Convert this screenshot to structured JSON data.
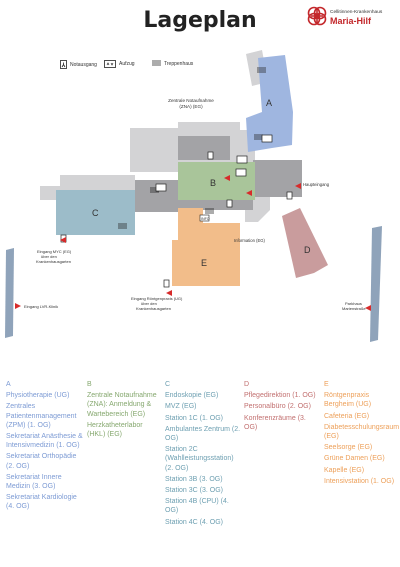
{
  "title": "Lageplan",
  "logo": {
    "line1": "Cellitinnen-Krankenhaus",
    "line2": "Maria-Hilf"
  },
  "legend": [
    {
      "icon": "emergency-exit-icon",
      "label": "Notausgang"
    },
    {
      "icon": "elevator-icon",
      "label": "Aufzug"
    },
    {
      "icon": "stairs-icon",
      "label": "Treppenhaus"
    }
  ],
  "map": {
    "buildings": [
      {
        "id": "A",
        "label": "A",
        "color": "#9fb6e0"
      },
      {
        "id": "B",
        "label": "B",
        "color": "#a9c59a"
      },
      {
        "id": "C",
        "label": "C",
        "color": "#9cbcc9"
      },
      {
        "id": "D",
        "label": "D",
        "color": "#c99c9d"
      },
      {
        "id": "E",
        "label": "E",
        "color": "#f2bd8a"
      }
    ],
    "labels": {
      "zna_line1": "Zentrale Notaufnahme",
      "zna_line2": "(ZNA) (EG)",
      "haupteingang": "Haupteingang",
      "information": "Information (EG)",
      "eingang_myc_1": "Eingang MYC (EG)",
      "eingang_myc_2": "über den",
      "eingang_myc_3": "Krankenhausgarten",
      "eingang_roentgen_1": "Eingang Röntgenpraxis (UG)",
      "eingang_roentgen_2": "über den",
      "eingang_roentgen_3": "Krankenhausgarten",
      "eingang_lvr": "Eingang LVR-Klinik",
      "parkhaus_1": "Parkhaus",
      "parkhaus_2": "Marienstraße",
      "info_badge": "INFO"
    }
  },
  "columns": [
    {
      "letter": "A",
      "color": "#7d9bd4",
      "items": [
        "Physiotherapie (UG)",
        "Zentrales Patientenmanagement (ZPM) (1. OG)",
        "Sekretariat Anästhesie & Intensivmedizin (1. OG)",
        "Sekretariat Orthopädie (2. OG)",
        "Sekretariat Innere Medizin (3. OG)",
        "Sekretariat Kardiologie (4. OG)"
      ]
    },
    {
      "letter": "B",
      "color": "#86a86f",
      "items": [
        "Zentrale Notaufnahme (ZNA): Anmeldung & Wartebereich (EG)",
        "Herzkatheterlabor (HKL) (EG)"
      ]
    },
    {
      "letter": "C",
      "color": "#6d9fb1",
      "items": [
        "Endoskopie (EG)",
        "MVZ (EG)",
        "Station 1C (1. OG)",
        "Ambulantes Zentrum (2. OG)",
        "Station 2C (Wahlleistungsstation) (2. OG)",
        "Station 3B (3. OG)",
        "Station 3C (3. OG)",
        "Station 4B (CPU) (4. OG)",
        "Station 4C (4. OG)"
      ]
    },
    {
      "letter": "D",
      "color": "#c27070",
      "items": [
        "Pflegedirektion (1. OG)",
        "Personalbüro (2. OG)",
        "Konferenzräume (3. OG)"
      ]
    },
    {
      "letter": "E",
      "color": "#eda05a",
      "items": [
        "Röntgenpraxis Bergheim (UG)",
        "Cafeteria (EG)",
        "Diabetesschulungsraum (EG)",
        "Seelsorge (EG)",
        "Grüne Damen (EG)",
        "Kapelle (EG)",
        "Intensivstation (1. OG)"
      ]
    }
  ]
}
